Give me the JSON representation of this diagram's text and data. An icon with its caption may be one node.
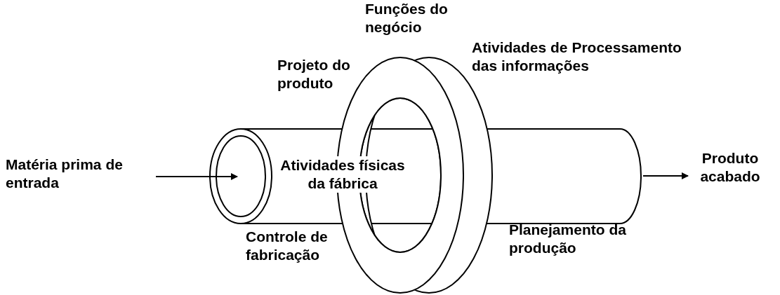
{
  "diagram": {
    "nodes": [
      {
        "text": [
          "Matéria prima de entrada"
        ]
      },
      {
        "text": [
          "Atividades físicas da fábrica"
        ]
      },
      {
        "text": [
          "Produto acabado"
        ]
      }
    ],
    "edges": [
      {
        "from": 0,
        "to": 1,
        "arrow": "to"
      },
      {
        "from": 1,
        "to": 2,
        "arrow": "to"
      }
    ],
    "labels": [
      "Funções do negócio",
      "Projeto do produto",
      "Atividades de Processamento das informações",
      "Controle de fabricação",
      "Planejamento da produção"
    ]
  }
}
